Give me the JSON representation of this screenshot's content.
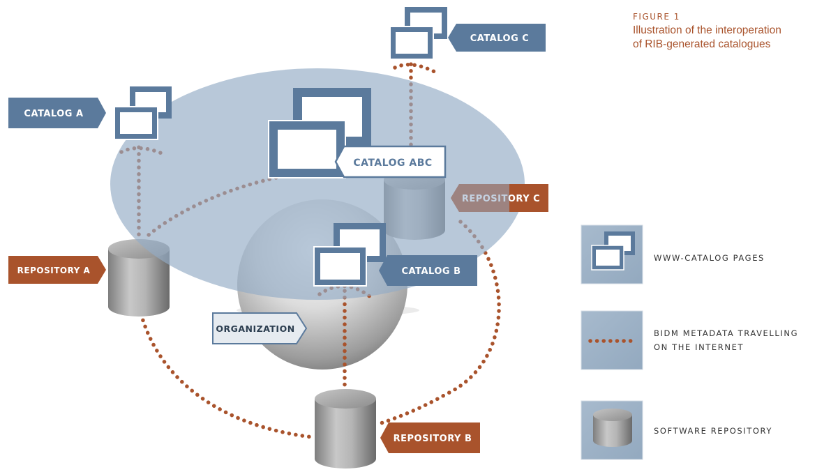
{
  "caption": {
    "number": "FIGURE 1",
    "lines": [
      "Illustration of the interoperation",
      "of RIB-generated catalogues"
    ]
  },
  "labels": {
    "catalog_a": "CATALOG A",
    "catalog_b": "CATALOG B",
    "catalog_c": "CATALOG C",
    "catalog_abc": "CATALOG ABC",
    "repository_a": "REPOSITORY A",
    "repository_b": "REPOSITORY B",
    "repository_c": "REPOSITORY C",
    "organization": "ORGANIZATION"
  },
  "legend": {
    "catalog_pages": [
      "WWW-CATALOG PAGES"
    ],
    "metadata": [
      "BIDM METADATA TRAVELLING",
      "ON THE INTERNET"
    ],
    "repository": [
      "SOFTWARE REPOSITORY"
    ]
  },
  "colors": {
    "catalog_blue": "#5b7a9c",
    "repository_rust": "#a9532c",
    "network_ellipse": "#93acc6",
    "legend_tile": "#9fb3c8",
    "organization_label_bg": "#e6ebf0",
    "dots": "#a9532c"
  }
}
